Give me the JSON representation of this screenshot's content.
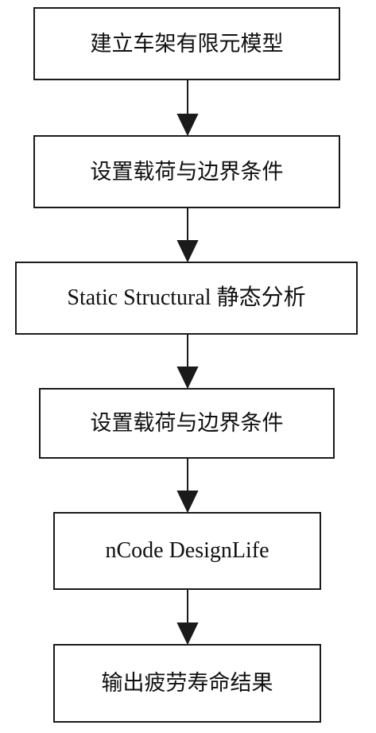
{
  "flowchart": {
    "steps": [
      {
        "label": "建立车架有限元模型"
      },
      {
        "label": "设置载荷与边界条件"
      },
      {
        "label": "Static Structural 静态分析"
      },
      {
        "label": "设置载荷与边界条件"
      },
      {
        "label": "nCode DesignLife"
      },
      {
        "label": "输出疲劳寿命结果"
      }
    ]
  }
}
